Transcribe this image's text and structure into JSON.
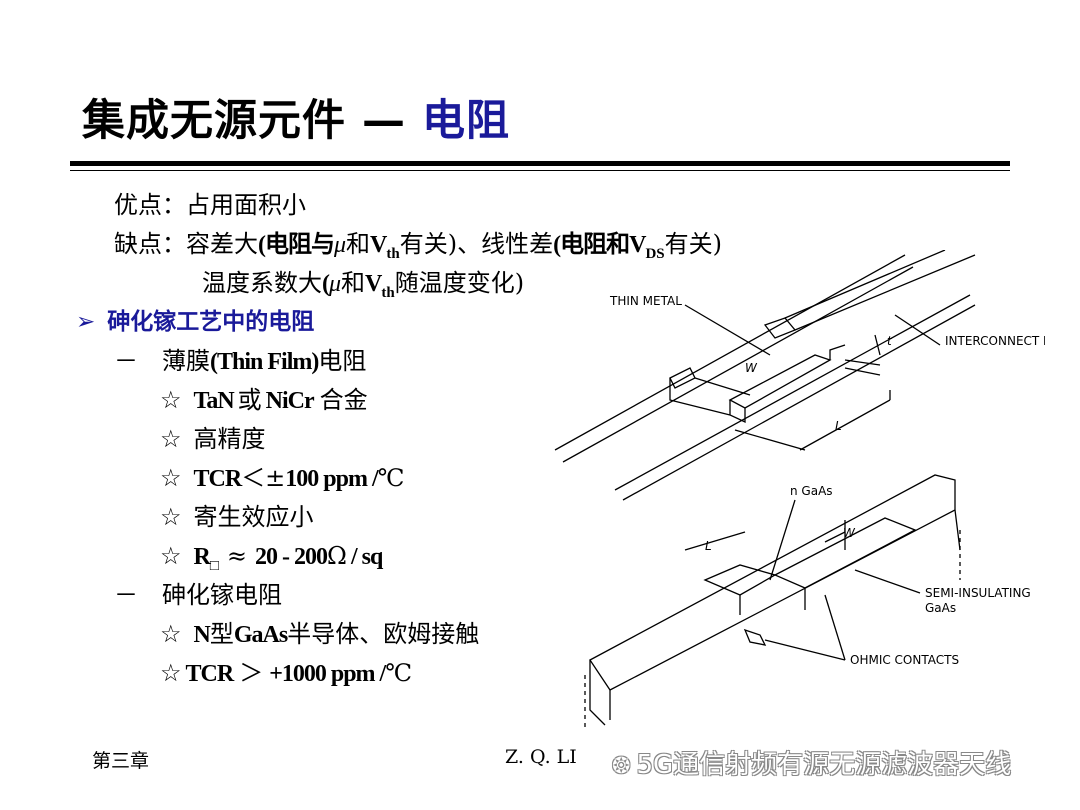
{
  "title": {
    "main": "集成无源元件 — ",
    "accent": "电阻"
  },
  "pros": {
    "label": "优点：",
    "text": "占用面积小"
  },
  "cons": {
    "label": "缺点：",
    "l1a": "容差大",
    "l1b": "(电阻与",
    "mu": "μ",
    "l1c": "和",
    "v": "V",
    "th": "th",
    "l1d": "有关)、线性差",
    "l1e": "(电阻和",
    "v2": "V",
    "ds": "DS",
    "l1f": "有关)",
    "l2a": "温度系数大",
    "l2b": "(",
    "mu2": "μ",
    "l2c": "和",
    "v3": "V",
    "th2": "th",
    "l2d": "随温度变化)"
  },
  "section": {
    "arrow": "➢",
    "heading": "砷化镓工艺中的电阻"
  },
  "items": {
    "dash1": "－",
    "thin_film_a": "薄膜",
    "thin_film_b": "(Thin Film)",
    "thin_film_c": "电阻",
    "star": "☆",
    "tan_a": "TaN",
    "tan_b": "或",
    "tan_c": "NiCr",
    "tan_d": "合金",
    "precision": "高精度",
    "tcr1_a": "TCR",
    "tcr1_b": "＜±",
    "tcr1_c": "100 ppm /",
    "tcr1_d": "℃",
    "parasitic": "寄生效应小",
    "rsq_a": "R",
    "rsq_sub": "□",
    "rsq_b": "≈",
    "rsq_c": "20 - 200",
    "rsq_d": "Ω",
    "rsq_e": "/ sq",
    "dash2": "－",
    "gaas_res": "砷化镓电阻",
    "ngaas_a": "N",
    "ngaas_b": "型",
    "ngaas_c": "GaAs",
    "ngaas_d": "半导体、欧姆接触",
    "tcr2_a": "TCR",
    "tcr2_b": "＞",
    "tcr2_c": "+1000 ppm /",
    "tcr2_d": "℃"
  },
  "diagram_labels": {
    "thin_metal": "THIN METAL",
    "interconnect": "INTERCONNECT LINE",
    "t": "t",
    "w1": "W",
    "l1": "L",
    "n_gaas": "n GaAs",
    "w2": "W",
    "l2": "L",
    "semi1": "SEMI-INSULATING",
    "semi2": "GaAs",
    "ohmic": "OHMIC CONTACTS"
  },
  "footer": {
    "chapter": "第三章",
    "author": "Z. Q. LI"
  },
  "watermark": "5G通信射频有源无源滤波器天线",
  "colors": {
    "accent": "#1a1a9a"
  }
}
